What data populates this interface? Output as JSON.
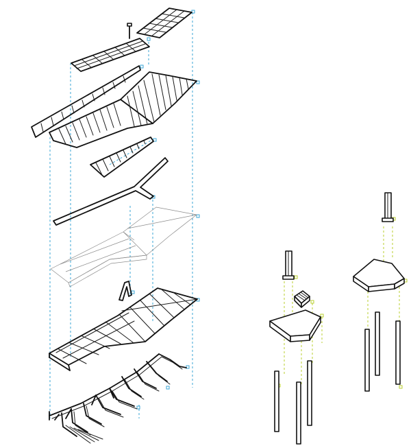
{
  "figure": {
    "kind": "exploded axonometric construction diagram",
    "colors": {
      "line": "#111111",
      "guide_left": "#3aa6d6",
      "guide_right": "#b9cf2e",
      "background": "#ffffff"
    },
    "left_assembly": {
      "layers": [
        "solar-panel-array",
        "upper-slat-canopy",
        "lower-slat-panel",
        "edge-beam",
        "wireframe-shell",
        "structural-shell",
        "truss-frame"
      ]
    },
    "right_assembly": {
      "units": [
        "column-pier-unit-front",
        "column-pier-unit-back"
      ]
    }
  }
}
